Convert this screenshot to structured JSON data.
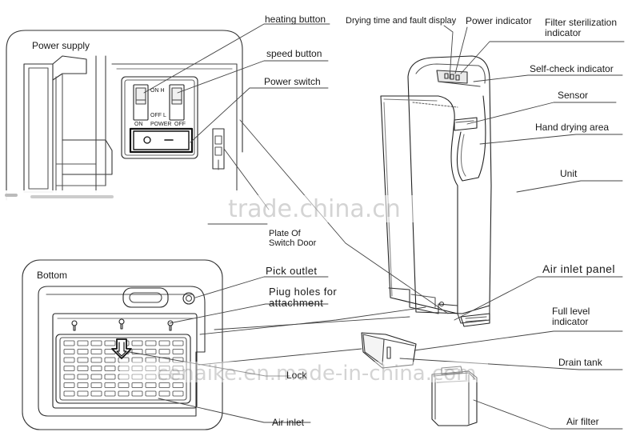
{
  "labels": {
    "heating_button": "heating button",
    "speed_button": "speed button",
    "power_switch": "Power switch",
    "power_supply": "Power supply",
    "plate_of_switch_door": "Plate Of\nSwitch Door",
    "bottom": "Bottom",
    "pick_outlet": "Pick outlet",
    "plug_holes": "Piug holes for\nattachment",
    "lock": "Lock",
    "air_inlet": "Air inlet",
    "drying_time_display": "Drying time and fault display",
    "power_indicator": "Power indicator",
    "filter_sterilization": "Filter sterilization\nindicator",
    "self_check": "Self-check indicator",
    "sensor": "Sensor",
    "hand_drying_area": "Hand drying area",
    "unit": "Unit",
    "air_inlet_panel": "Air inlet panel",
    "full_level": "Full level\nindicator",
    "drain_tank": "Drain tank",
    "air_filter": "Air filter"
  },
  "switch_panel": {
    "on_h": "ON  H",
    "off_l": "OFF L",
    "on": "ON",
    "power": "POWER",
    "off": "OFF"
  },
  "watermarks": {
    "top": "trade.china.cn",
    "bottom": "cenaike.en.made-in-china.com"
  }
}
